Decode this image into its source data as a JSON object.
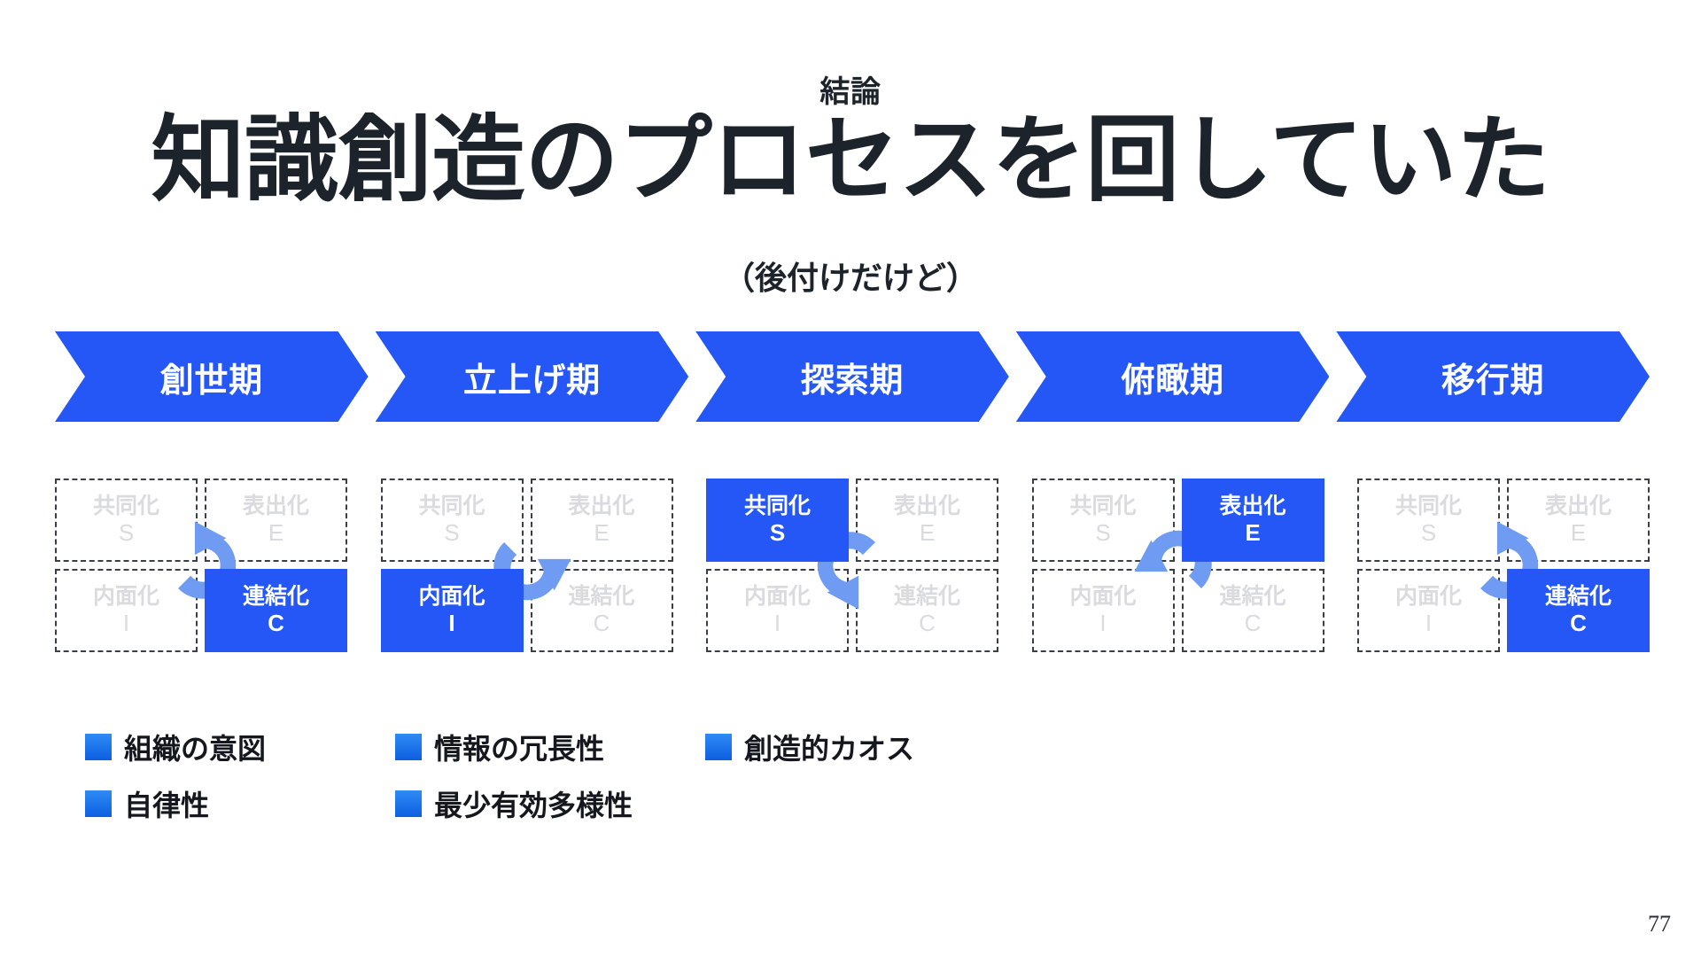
{
  "slide": {
    "eyebrow": "結論",
    "headline": "知識創造のプロセスを回していた",
    "subtitle": "（後付けだけど）",
    "page_number": "77",
    "accent_color": "#2457f5",
    "arrow_color": "#6f9bf2",
    "inactive_text_color": "#d9dbde",
    "heading_color": "#1d232b"
  },
  "phases": [
    {
      "label": "創世期"
    },
    {
      "label": "立上げ期"
    },
    {
      "label": "探索期"
    },
    {
      "label": "俯瞰期"
    },
    {
      "label": "移行期"
    }
  ],
  "seci_groups": [
    {
      "phase": "創世期",
      "active": "C",
      "arrow": "up-right",
      "cells": [
        {
          "key": "S",
          "jp": "共同化",
          "en": "S",
          "active": false
        },
        {
          "key": "E",
          "jp": "表出化",
          "en": "E",
          "active": false
        },
        {
          "key": "I",
          "jp": "内面化",
          "en": "I",
          "active": false
        },
        {
          "key": "C",
          "jp": "連結化",
          "en": "C",
          "active": true
        }
      ]
    },
    {
      "phase": "立上げ期",
      "active": "I",
      "arrow": "down-right",
      "cells": [
        {
          "key": "S",
          "jp": "共同化",
          "en": "S",
          "active": false
        },
        {
          "key": "E",
          "jp": "表出化",
          "en": "E",
          "active": false
        },
        {
          "key": "I",
          "jp": "内面化",
          "en": "I",
          "active": true
        },
        {
          "key": "C",
          "jp": "連結化",
          "en": "C",
          "active": false
        }
      ]
    },
    {
      "phase": "探索期",
      "active": "S",
      "arrow": "down-left",
      "cells": [
        {
          "key": "S",
          "jp": "共同化",
          "en": "S",
          "active": true
        },
        {
          "key": "E",
          "jp": "表出化",
          "en": "E",
          "active": false
        },
        {
          "key": "I",
          "jp": "内面化",
          "en": "I",
          "active": false
        },
        {
          "key": "C",
          "jp": "連結化",
          "en": "C",
          "active": false
        }
      ]
    },
    {
      "phase": "俯瞰期",
      "active": "E",
      "arrow": "up-left",
      "cells": [
        {
          "key": "S",
          "jp": "共同化",
          "en": "S",
          "active": false
        },
        {
          "key": "E",
          "jp": "表出化",
          "en": "E",
          "active": true
        },
        {
          "key": "I",
          "jp": "内面化",
          "en": "I",
          "active": false
        },
        {
          "key": "C",
          "jp": "連結化",
          "en": "C",
          "active": false
        }
      ]
    },
    {
      "phase": "移行期",
      "active": "C",
      "arrow": "up-right",
      "cells": [
        {
          "key": "S",
          "jp": "共同化",
          "en": "S",
          "active": false
        },
        {
          "key": "E",
          "jp": "表出化",
          "en": "E",
          "active": false
        },
        {
          "key": "I",
          "jp": "内面化",
          "en": "I",
          "active": false
        },
        {
          "key": "C",
          "jp": "連結化",
          "en": "C",
          "active": true
        }
      ]
    }
  ],
  "legend": {
    "rows": [
      [
        {
          "label": "組織の意図",
          "color": "#1668e3"
        },
        {
          "label": "情報の冗長性",
          "color": "#1668e3"
        },
        {
          "label": "創造的カオス",
          "color": "#1668e3"
        }
      ],
      [
        {
          "label": "自律性",
          "color": "#1668e3"
        },
        {
          "label": "最少有効多様性",
          "color": "#1668e3"
        }
      ]
    ]
  }
}
